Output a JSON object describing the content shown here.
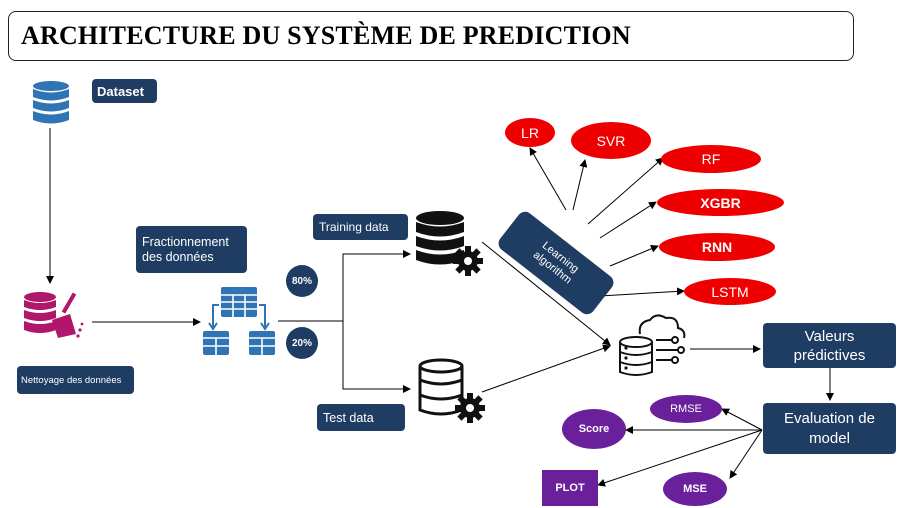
{
  "title": "ARCHITECTURE DU SYSTÈME DE PREDICTION",
  "nodes": {
    "dataset": "Dataset",
    "cleaning": "Nettoyage des données",
    "split_line1": "Fractionnement",
    "split_line2": "des données",
    "pct_train": "80%",
    "pct_test": "20%",
    "training": "Training data",
    "test": "Test data",
    "learning_line1": "Learning",
    "learning_line2": "algorithm",
    "predictive_line1": "Valeurs",
    "predictive_line2": "prédictives",
    "evaluation_line1": "Evaluation de",
    "evaluation_line2": "model"
  },
  "algorithms": [
    "LR",
    "SVR",
    "RF",
    "XGBR",
    "RNN",
    "LSTM"
  ],
  "metrics": {
    "rmse": "RMSE",
    "score": "Score",
    "plot": "PLOT",
    "mse": "MSE"
  },
  "colors": {
    "navy": "#1f3c63",
    "algorithm_red": "#ee0000",
    "metric_purple": "#6a1f9b",
    "database_blue": "#2f74b5",
    "cleaning_magenta": "#b0166b"
  },
  "icons": [
    "database-icon",
    "data-cleaning-icon",
    "table-split-icon",
    "database-gear-icon",
    "cloud-database-icon"
  ]
}
